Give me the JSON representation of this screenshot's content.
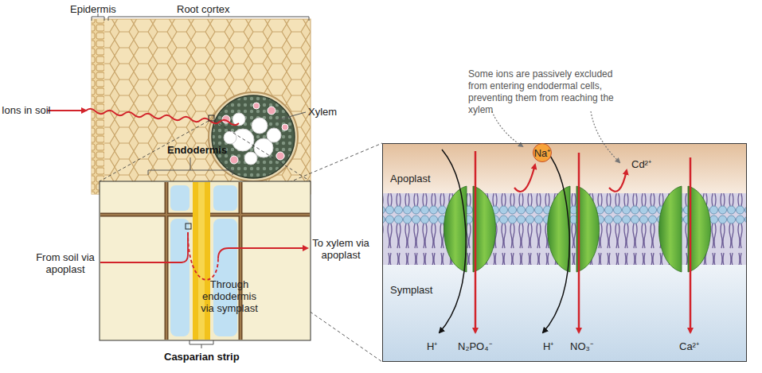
{
  "diagram": {
    "nodes": [
      {
        "text": [
          "Apoplast",
          "Symplast"
        ]
      },
      {
        "text": [
          "Na⁺"
        ],
        "in": 0
      }
    ],
    "labels": [
      "Epidermis",
      "Root cortex",
      "Ions in soil",
      "Xylem",
      "Endodermis",
      "From soil via apoplast",
      "To xylem via apoplast",
      "Through endodermis via symplast",
      "Casparian strip",
      "Some ions are passively excluded from entering endodermal cells, preventing them from reaching the xylem",
      "Cd²⁺",
      "H⁺",
      "N₂PO₄⁻",
      "H⁺",
      "NO₃⁻",
      "Ca²⁺"
    ]
  }
}
